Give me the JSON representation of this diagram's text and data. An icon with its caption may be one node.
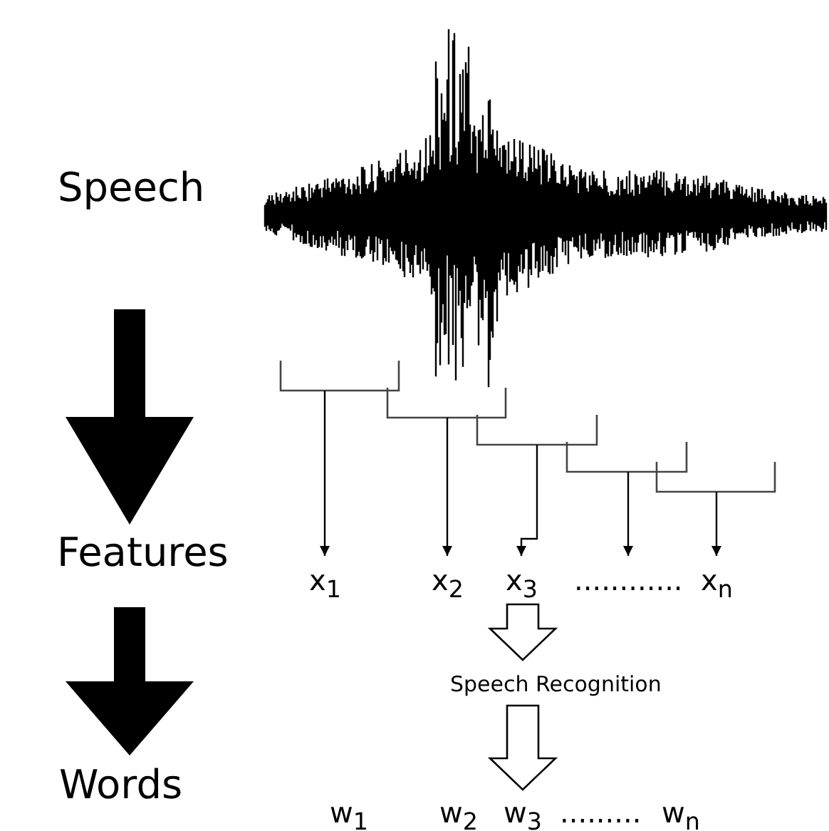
{
  "diagram": {
    "nodes": [
      {
        "text": [
          "Speech"
        ]
      },
      {
        "text": [
          "Features"
        ]
      },
      {
        "text": [
          "Words"
        ]
      },
      {
        "text": [],
        "shape": "bracket"
      },
      {
        "text": [],
        "shape": "bracket"
      },
      {
        "text": [],
        "shape": "bracket"
      },
      {
        "text": [],
        "shape": "bracket"
      },
      {
        "text": [],
        "shape": "bracket"
      },
      {
        "text": [
          "x$_{1}$"
        ]
      },
      {
        "text": [
          "x$_{2}$"
        ]
      },
      {
        "text": [
          "x$_{3}$"
        ]
      },
      {
        "text": [
          "............"
        ]
      },
      {
        "text": [
          "x$_{n}$"
        ]
      },
      {
        "text": [
          "Speech Recognition"
        ]
      },
      {
        "text": [
          "w$_{1}$"
        ]
      },
      {
        "text": [
          "w$_{2}$"
        ]
      },
      {
        "text": [
          "w$_{3}$"
        ]
      },
      {
        "text": [
          "w$_{n}$"
        ]
      }
    ],
    "edges": [
      {
        "from": 0,
        "to": 1,
        "arrow": "to",
        "style": "thick"
      },
      {
        "from": 1,
        "to": 2,
        "arrow": "to",
        "style": "thick"
      },
      {
        "from": 3,
        "to": 8,
        "arrow": "to"
      },
      {
        "from": 4,
        "to": 9,
        "arrow": "to"
      },
      {
        "from": 5,
        "to": 10,
        "arrow": "to"
      },
      {
        "from": 6,
        "to": 11,
        "arrow": "to"
      },
      {
        "from": 7,
        "to": 12,
        "arrow": "to"
      },
      {
        "from": 10,
        "to": 13,
        "arrow": "to"
      },
      {
        "from": 13,
        "to": 15,
        "arrow": "to"
      }
    ],
    "labels": [
      "........."
    ]
  }
}
